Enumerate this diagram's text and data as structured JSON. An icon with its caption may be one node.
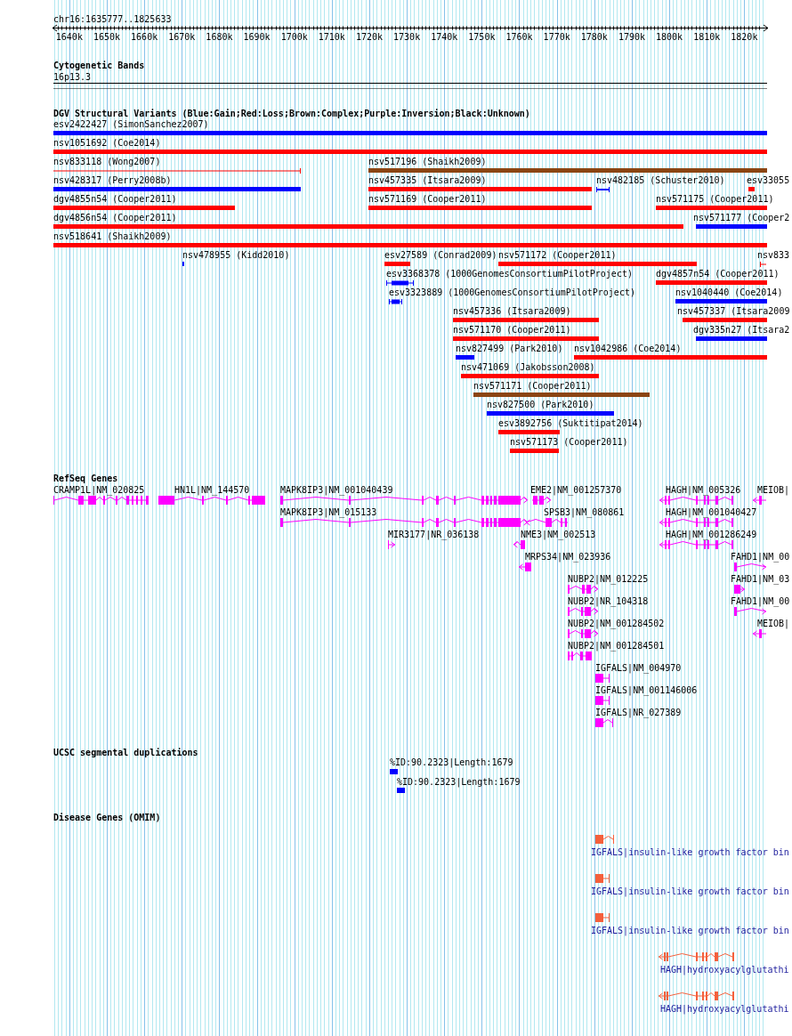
{
  "diagram": {
    "title": "chr16:1635777..1825633",
    "labels": [
      "1640k",
      "1650k",
      "1660k",
      "1670k",
      "1680k",
      "1690k",
      "1700k",
      "1710k",
      "1720k",
      "1730k",
      "1740k",
      "1750k",
      "1760k",
      "1770k",
      "1780k",
      "1790k",
      "1800k",
      "1810k",
      "1820k",
      "Cytogenetic Bands",
      "16p13.3",
      "DGV Structural Variants (Blue:Gain;Red:Loss;Brown:Complex;Purple:Inversion;Black:Unknown)",
      "esv2422427 (SimonSanchez2007)",
      "nsv1051692 (Coe2014)",
      "nsv833118 (Wong2007)",
      "nsv517196 (Shaikh2009)",
      "nsv428317 (Perry2008b)",
      "nsv457335 (Itsara2009)",
      "nsv482185 (Schuster2010)",
      "esv33055",
      "dgv4855n54 (Cooper2011)",
      "nsv571169 (Cooper2011)",
      "nsv571175 (Cooper2011)",
      "dgv4856n54 (Cooper2011)",
      "nsv571177 (Cooper2",
      "nsv518641 (Shaikh2009)",
      "nsv478955 (Kidd2010)",
      "esv27589 (Conrad2009)",
      "nsv571172 (Cooper2011)",
      "nsv833",
      "esv3368378 (1000GenomesConsortiumPilotProject)",
      "dgv4857n54 (Cooper2011)",
      "esv3323889 (1000GenomesConsortiumPilotProject)",
      "nsv1040440 (Coe2014)",
      "nsv457336 (Itsara2009)",
      "nsv457337 (Itsara2009",
      "nsv571170 (Cooper2011)",
      "dgv335n27 (Itsara2",
      "nsv827499 (Park2010)",
      "nsv1042986 (Coe2014)",
      "nsv471069 (Jakobsson2008)",
      "nsv571171 (Cooper2011)",
      "nsv827500 (Park2010)",
      "esv3892756 (Suktitipat2014)",
      "nsv571173 (Cooper2011)",
      "RefSeq Genes",
      "CRAMP1L|NM_020825",
      "HN1L|NM_144570",
      "MAPK8IP3|NM_001040439",
      "EME2|NM_001257370",
      "HAGH|NM_005326",
      "MEIOB|",
      "MAPK8IP3|NM_015133",
      "SPSB3|NM_080861",
      "HAGH|NM_001040427",
      "MIR3177|NR_036138",
      "NME3|NM_002513",
      "HAGH|NM_001286249",
      "MRPS34|NM_023936",
      "FAHD1|NM_00",
      "NUBP2|NM_012225",
      "FAHD1|NM_03",
      "NUBP2|NR_104318",
      "FAHD1|NM_00",
      "NUBP2|NM_001284502",
      "MEIOB|",
      "NUBP2|NM_001284501",
      "IGFALS|NM_004970",
      "IGFALS|NM_001146006",
      "IGFALS|NR_027389",
      "UCSC segmental duplications",
      "%ID:90.2323|Length:1679",
      "%ID:90.2323|Length:1679",
      "Disease Genes (OMIM)",
      "IGFALS|insulin-like growth factor bin",
      "IGFALS|insulin-like growth factor bin",
      "IGFALS|insulin-like growth factor bin",
      "HAGH|hydroxyacylglutathi",
      "HAGH|hydroxyacylglutathi"
    ]
  }
}
